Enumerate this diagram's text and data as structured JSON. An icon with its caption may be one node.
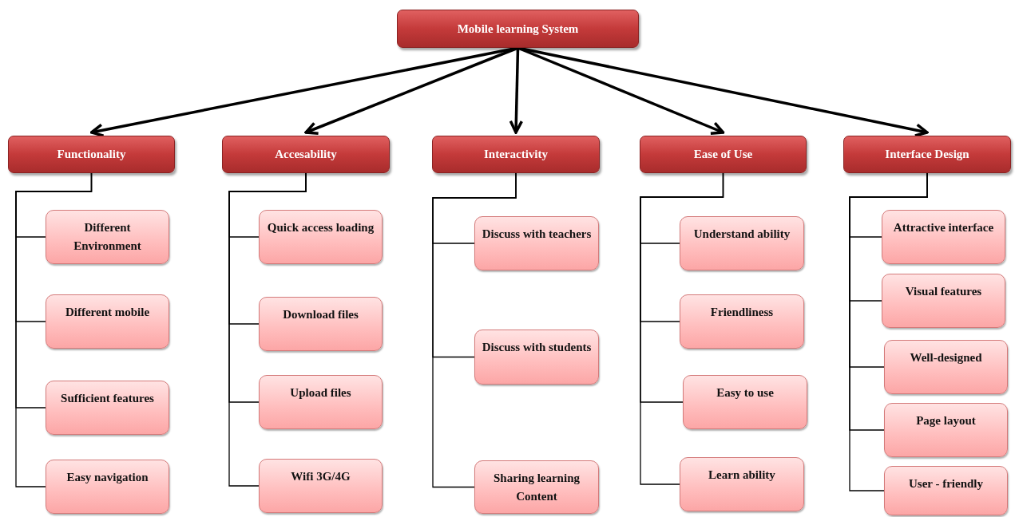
{
  "diagram": {
    "nodes": [
      {
        "text": [
          "Mobile learning System"
        ]
      },
      {
        "text": [
          "Functionality"
        ]
      },
      {
        "text": [
          "Accesability"
        ]
      },
      {
        "text": [
          "Interactivity"
        ]
      },
      {
        "text": [
          "Ease of Use"
        ]
      },
      {
        "text": [
          "Interface Design"
        ]
      },
      {
        "text": [
          "Different Environment"
        ]
      },
      {
        "text": [
          "Different mobile"
        ]
      },
      {
        "text": [
          "Sufficient features"
        ]
      },
      {
        "text": [
          "Easy navigation"
        ]
      },
      {
        "text": [
          "Quick access loading"
        ]
      },
      {
        "text": [
          "Download files"
        ]
      },
      {
        "text": [
          "Upload files"
        ]
      },
      {
        "text": [
          "Wifi 3G/4G"
        ]
      },
      {
        "text": [
          "Discuss with teachers"
        ]
      },
      {
        "text": [
          "Discuss with students"
        ]
      },
      {
        "text": [
          "Sharing learning Content"
        ]
      },
      {
        "text": [
          "Understand ability"
        ]
      },
      {
        "text": [
          "Friendliness"
        ]
      },
      {
        "text": [
          "Easy to use"
        ]
      },
      {
        "text": [
          "Learn ability"
        ]
      },
      {
        "text": [
          "Attractive interface"
        ]
      },
      {
        "text": [
          "Visual features"
        ]
      },
      {
        "text": [
          "Well-designed"
        ]
      },
      {
        "text": [
          "Page layout"
        ]
      },
      {
        "text": [
          "User - friendly"
        ]
      }
    ],
    "edges": [
      {
        "from": 0,
        "to": 1,
        "arrow": "to",
        "style": "thick"
      },
      {
        "from": 0,
        "to": 2,
        "arrow": "to",
        "style": "thick"
      },
      {
        "from": 0,
        "to": 3,
        "arrow": "to",
        "style": "thick"
      },
      {
        "from": 0,
        "to": 4,
        "arrow": "to",
        "style": "thick"
      },
      {
        "from": 0,
        "to": 5,
        "arrow": "to",
        "style": "thick"
      },
      {
        "from": 1,
        "to": 6,
        "arrow": "none"
      },
      {
        "from": 1,
        "to": 7,
        "arrow": "none"
      },
      {
        "from": 1,
        "to": 8,
        "arrow": "none"
      },
      {
        "from": 1,
        "to": 9,
        "arrow": "none"
      },
      {
        "from": 2,
        "to": 10,
        "arrow": "none"
      },
      {
        "from": 2,
        "to": 11,
        "arrow": "none"
      },
      {
        "from": 2,
        "to": 12,
        "arrow": "none"
      },
      {
        "from": 2,
        "to": 13,
        "arrow": "none"
      },
      {
        "from": 3,
        "to": 14,
        "arrow": "none"
      },
      {
        "from": 3,
        "to": 15,
        "arrow": "none"
      },
      {
        "from": 3,
        "to": 16,
        "arrow": "none"
      },
      {
        "from": 4,
        "to": 17,
        "arrow": "none"
      },
      {
        "from": 4,
        "to": 18,
        "arrow": "none"
      },
      {
        "from": 4,
        "to": 19,
        "arrow": "none"
      },
      {
        "from": 4,
        "to": 20,
        "arrow": "none"
      },
      {
        "from": 5,
        "to": 21,
        "arrow": "none"
      },
      {
        "from": 5,
        "to": 22,
        "arrow": "none"
      },
      {
        "from": 5,
        "to": 23,
        "arrow": "none"
      },
      {
        "from": 5,
        "to": 24,
        "arrow": "none"
      },
      {
        "from": 5,
        "to": 25,
        "arrow": "none"
      }
    ]
  }
}
